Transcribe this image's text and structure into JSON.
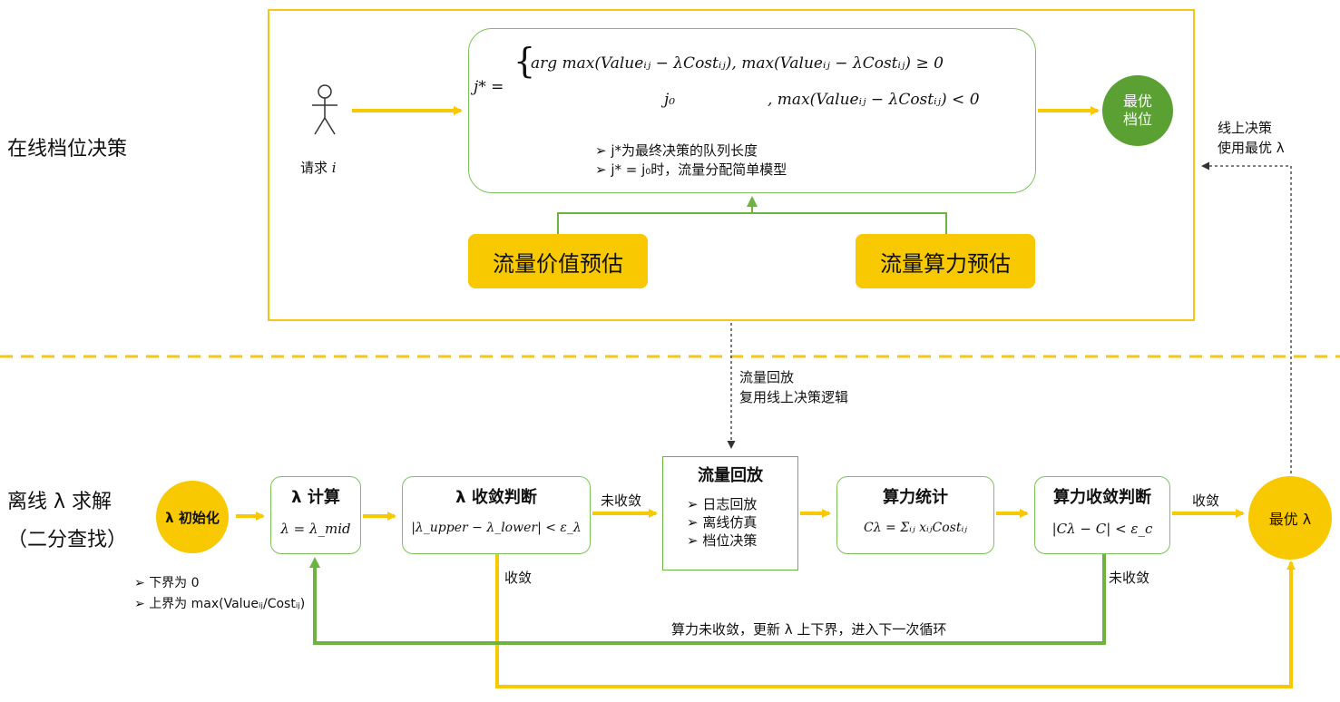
{
  "online_section": {
    "title": "在线档位决策",
    "request_label": "请求",
    "request_var": "i",
    "formula": {
      "lhs": "j* =",
      "row1_expr": "arg max(Valueᵢⱼ − λCostᵢⱼ), max(Valueᵢⱼ − λCostᵢⱼ) ≥ 0",
      "row2_value": "j₀",
      "row2_cond": ", max(Valueᵢⱼ − λCostᵢⱼ) < 0",
      "bullets": [
        "j*为最终决策的队列长度",
        "j* = j₀时，流量分配简单模型"
      ]
    },
    "value_estimate": "流量价值预估",
    "compute_estimate": "流量算力预估",
    "best_gear": [
      "最优",
      "档位"
    ],
    "online_use": [
      "线上决策",
      "使用最优 λ"
    ],
    "replay_note": [
      "流量回放",
      "复用线上决策逻辑"
    ]
  },
  "offline_section": {
    "title": [
      "离线 λ 求解",
      "（二分查找）"
    ],
    "init": "λ 初始化",
    "init_bounds": [
      "下界为 0",
      "上界为 max(Valueᵢⱼ/Costᵢⱼ)"
    ],
    "calc": {
      "title": "λ 计算",
      "formula": "λ = λ_mid"
    },
    "converge": {
      "title": "λ 收敛判断",
      "formula": "|λ_upper − λ_lower| < ε_λ"
    },
    "replay": {
      "title": "流量回放",
      "items": [
        "日志回放",
        "离线仿真",
        "档位决策"
      ]
    },
    "stats": {
      "title": "算力统计",
      "formula": "Cλ = Σᵢⱼ xᵢⱼCostᵢⱼ"
    },
    "compute_converge": {
      "title": "算力收敛判断",
      "formula": "|Cλ − C| < ε_c"
    },
    "best_lambda": "最优 λ",
    "not_converged": "未收敛",
    "converged": "收敛",
    "loop_note": "算力未收敛，更新 λ 上下界，进入下一次循环"
  },
  "colors": {
    "yellow": "#f8c800",
    "green": "#6cb33f",
    "dark_green": "#5aa033",
    "frame": "#f5c518"
  }
}
